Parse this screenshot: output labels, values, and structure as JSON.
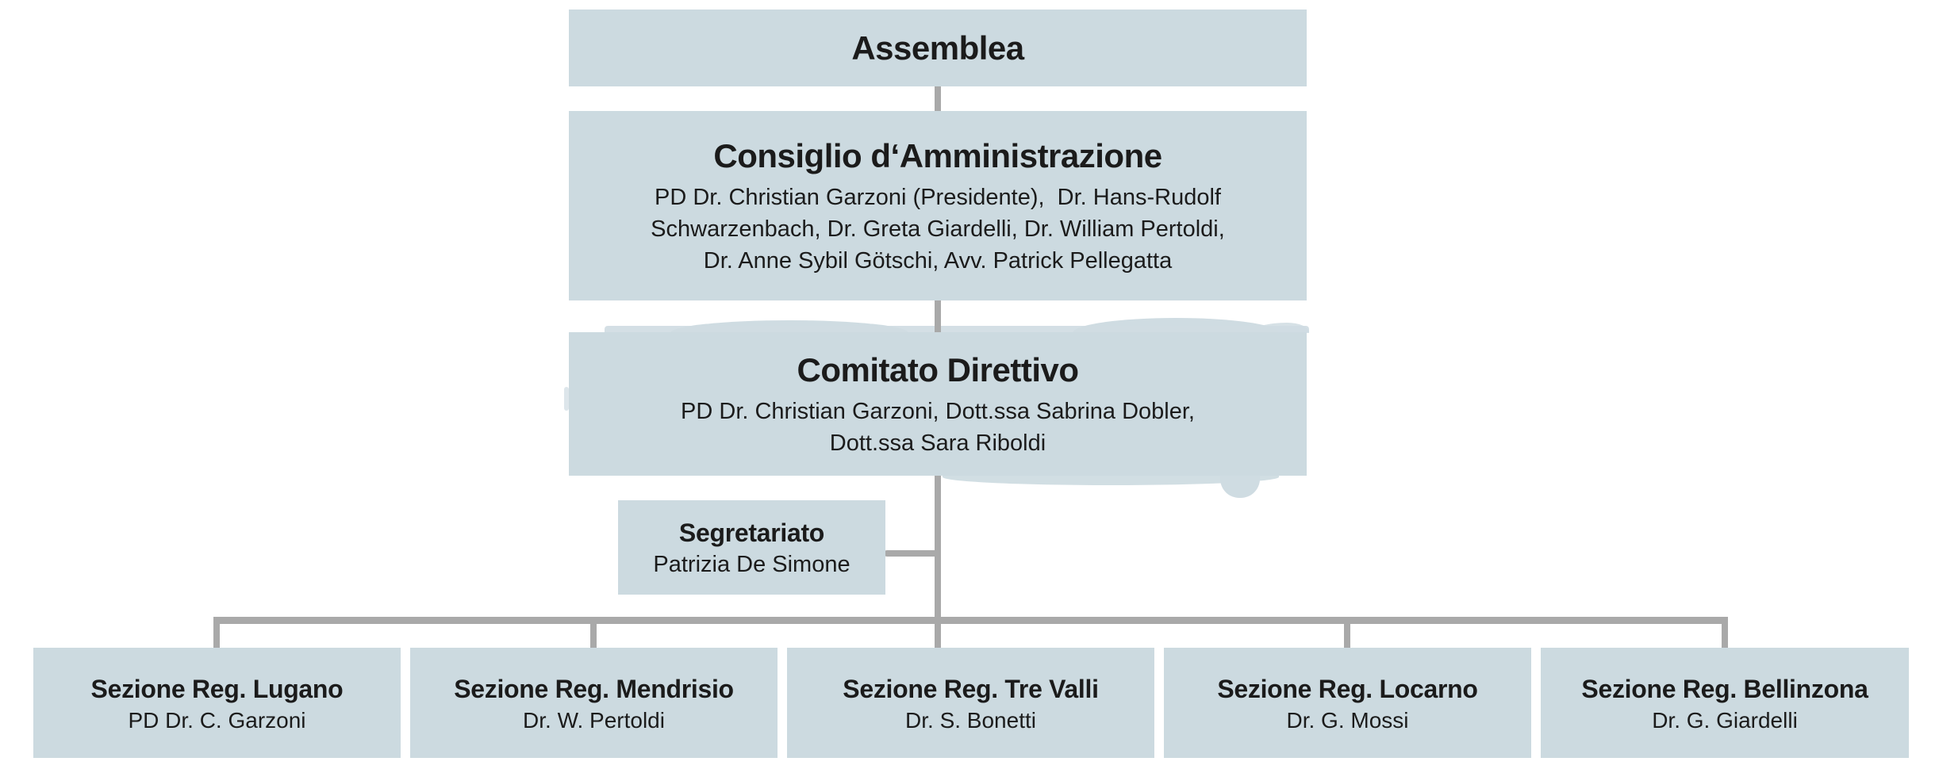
{
  "colors": {
    "box_fill": "#ccdae0",
    "connector": "#a9a9a9",
    "text": "#1b1b1b",
    "smudge": "#cfdce2"
  },
  "boxes": {
    "assemblea": {
      "title": "Assemblea"
    },
    "consiglio": {
      "title": "Consiglio d‘Amministrazione",
      "members_lines": [
        "PD Dr. Christian Garzoni (Presidente),  Dr. Hans-Rudolf",
        "Schwarzenbach, Dr. Greta Giardelli, Dr. William Pertoldi,",
        "Dr. Anne Sybil Götschi, Avv. Patrick Pellegatta"
      ]
    },
    "comitato": {
      "title": "Comitato Direttivo",
      "members_lines": [
        "PD Dr. Christian Garzoni, Dott.ssa Sabrina Dobler,",
        "Dott.ssa Sara Riboldi"
      ]
    },
    "segretariato": {
      "title": "Segretariato",
      "member": "Patrizia De Simone"
    },
    "sezioni": [
      {
        "title": "Sezione Reg. Lugano",
        "head": "PD Dr. C. Garzoni"
      },
      {
        "title": "Sezione Reg. Mendrisio",
        "head": "Dr. W. Pertoldi"
      },
      {
        "title": "Sezione Reg. Tre Valli",
        "head": "Dr. S. Bonetti"
      },
      {
        "title": "Sezione Reg. Locarno",
        "head": "Dr. G. Mossi"
      },
      {
        "title": "Sezione Reg. Bellinzona",
        "head": "Dr. G. Giardelli"
      }
    ]
  }
}
